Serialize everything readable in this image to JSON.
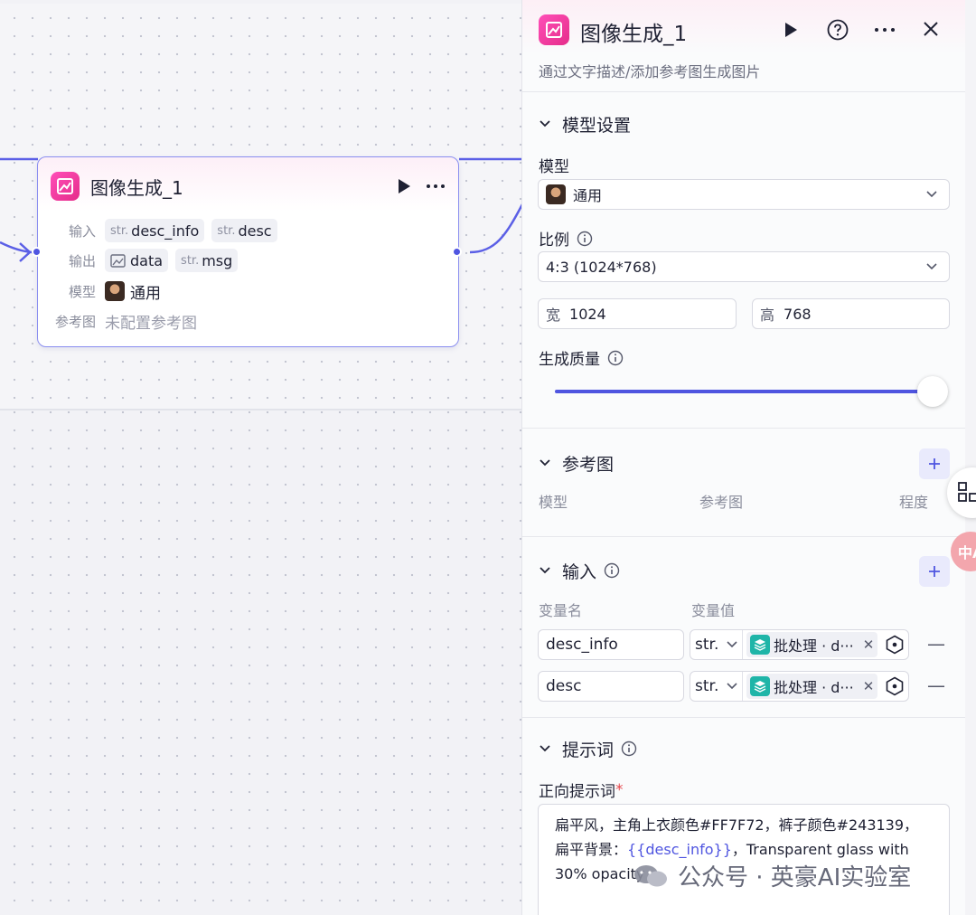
{
  "node": {
    "title": "图像生成_1",
    "input_label": "输入",
    "inputs": [
      {
        "type": "str.",
        "name": "desc_info"
      },
      {
        "type": "str.",
        "name": "desc"
      }
    ],
    "output_label": "输出",
    "outputs": [
      {
        "type": "image",
        "name": "data"
      },
      {
        "type": "str.",
        "name": "msg"
      }
    ],
    "model_label": "模型",
    "model_value": "通用",
    "ref_label": "参考图",
    "ref_value": "未配置参考图"
  },
  "panel": {
    "title": "图像生成_1",
    "description": "通过文字描述/添加参考图生成图片",
    "model_section": {
      "label": "模型设置",
      "model_label": "模型",
      "model_value": "通用",
      "ratio_label": "比例",
      "ratio_value": "4:3 (1024*768)",
      "width_prefix": "宽",
      "width_value": "1024",
      "height_prefix": "高",
      "height_value": "768",
      "quality_label": "生成质量",
      "quality_level": 1.0
    },
    "ref_section": {
      "label": "参考图",
      "columns": [
        "模型",
        "参考图",
        "程度"
      ]
    },
    "input_section": {
      "label": "输入",
      "col_name": "变量名",
      "col_value": "变量值",
      "rows": [
        {
          "name": "desc_info",
          "type": "str.",
          "value": "批处理 · d···"
        },
        {
          "name": "desc",
          "type": "str.",
          "value": "批处理 · d···"
        }
      ]
    },
    "prompt_section": {
      "label": "提示词",
      "positive_label": "正向提示词",
      "required_mark": "*",
      "text_part1": "扁平风，主角上衣颜色#FF7F72，裤子颜色#243139，扁平背景：",
      "text_var": "{{desc_info}}",
      "text_part2": "，Transparent glass with 30% opacity"
    }
  },
  "watermark": {
    "text": "公众号 · 英豪AI实验室"
  },
  "floating": {
    "translate_text": "中A"
  },
  "colors": {
    "accent": "#4f55e0",
    "brand_pink": "#e52d8a",
    "teal": "#1fb5a8"
  }
}
